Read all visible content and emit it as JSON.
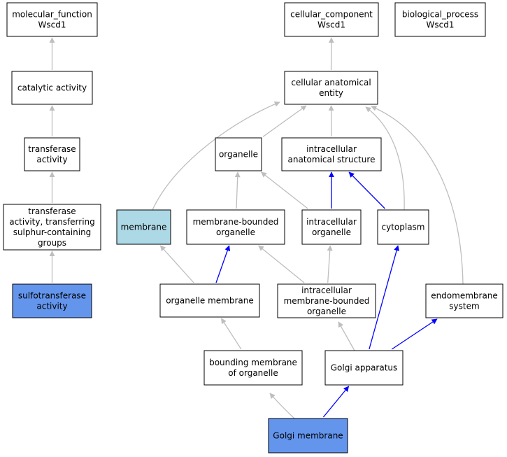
{
  "colors": {
    "default_fill": "#ffffff",
    "highlight_fill": "#add8e6",
    "query_fill": "#6495ed",
    "is_a_edge": "#bebebe",
    "part_of_edge": "#0000ff"
  },
  "nodes": [
    {
      "id": "mf",
      "lines": [
        "molecular_function",
        "Wscd1"
      ],
      "style": "default"
    },
    {
      "id": "cc",
      "lines": [
        "cellular_component",
        "Wscd1"
      ],
      "style": "default"
    },
    {
      "id": "bp",
      "lines": [
        "biological_process",
        "Wscd1"
      ],
      "style": "default"
    },
    {
      "id": "cat",
      "lines": [
        "catalytic activity"
      ],
      "style": "default"
    },
    {
      "id": "cae",
      "lines": [
        "cellular anatomical",
        "entity"
      ],
      "style": "default"
    },
    {
      "id": "trans",
      "lines": [
        "transferase",
        "activity"
      ],
      "style": "default"
    },
    {
      "id": "org",
      "lines": [
        "organelle"
      ],
      "style": "default"
    },
    {
      "id": "ias",
      "lines": [
        "intracellular",
        "anatomical structure"
      ],
      "style": "default"
    },
    {
      "id": "tsulf",
      "lines": [
        "transferase",
        "activity, transferring",
        "sulphur-containing",
        "groups"
      ],
      "style": "default"
    },
    {
      "id": "mem",
      "lines": [
        "membrane"
      ],
      "style": "highlight"
    },
    {
      "id": "mbo",
      "lines": [
        "membrane-bounded",
        "organelle"
      ],
      "style": "default"
    },
    {
      "id": "io",
      "lines": [
        "intracellular",
        "organelle"
      ],
      "style": "default"
    },
    {
      "id": "cyto",
      "lines": [
        "cytoplasm"
      ],
      "style": "default"
    },
    {
      "id": "sulfo",
      "lines": [
        "sulfotransferase",
        "activity"
      ],
      "style": "query"
    },
    {
      "id": "om",
      "lines": [
        "organelle membrane"
      ],
      "style": "default"
    },
    {
      "id": "imbo",
      "lines": [
        "intracellular",
        "membrane-bounded",
        "organelle"
      ],
      "style": "default"
    },
    {
      "id": "endo",
      "lines": [
        "endomembrane",
        "system"
      ],
      "style": "default"
    },
    {
      "id": "bmo",
      "lines": [
        "bounding membrane",
        "of organelle"
      ],
      "style": "default"
    },
    {
      "id": "golgi",
      "lines": [
        "Golgi apparatus"
      ],
      "style": "default"
    },
    {
      "id": "gm",
      "lines": [
        "Golgi membrane"
      ],
      "style": "query"
    }
  ],
  "edges": [
    {
      "from": "cat",
      "to": "mf",
      "relation": "is_a"
    },
    {
      "from": "trans",
      "to": "cat",
      "relation": "is_a"
    },
    {
      "from": "tsulf",
      "to": "trans",
      "relation": "is_a"
    },
    {
      "from": "sulfo",
      "to": "tsulf",
      "relation": "is_a"
    },
    {
      "from": "cae",
      "to": "cc",
      "relation": "is_a"
    },
    {
      "from": "mem",
      "to": "cae",
      "relation": "is_a"
    },
    {
      "from": "org",
      "to": "cae",
      "relation": "is_a"
    },
    {
      "from": "ias",
      "to": "cae",
      "relation": "is_a"
    },
    {
      "from": "cyto",
      "to": "cae",
      "relation": "is_a"
    },
    {
      "from": "endo",
      "to": "cae",
      "relation": "is_a"
    },
    {
      "from": "mbo",
      "to": "org",
      "relation": "is_a"
    },
    {
      "from": "io",
      "to": "org",
      "relation": "is_a"
    },
    {
      "from": "io",
      "to": "ias",
      "relation": "part_of"
    },
    {
      "from": "cyto",
      "to": "ias",
      "relation": "part_of"
    },
    {
      "from": "om",
      "to": "mem",
      "relation": "is_a"
    },
    {
      "from": "om",
      "to": "mbo",
      "relation": "part_of"
    },
    {
      "from": "imbo",
      "to": "mbo",
      "relation": "is_a"
    },
    {
      "from": "imbo",
      "to": "io",
      "relation": "is_a"
    },
    {
      "from": "bmo",
      "to": "om",
      "relation": "is_a"
    },
    {
      "from": "golgi",
      "to": "imbo",
      "relation": "is_a"
    },
    {
      "from": "golgi",
      "to": "cyto",
      "relation": "part_of"
    },
    {
      "from": "golgi",
      "to": "endo",
      "relation": "part_of"
    },
    {
      "from": "gm",
      "to": "bmo",
      "relation": "is_a"
    },
    {
      "from": "gm",
      "to": "golgi",
      "relation": "part_of"
    }
  ]
}
